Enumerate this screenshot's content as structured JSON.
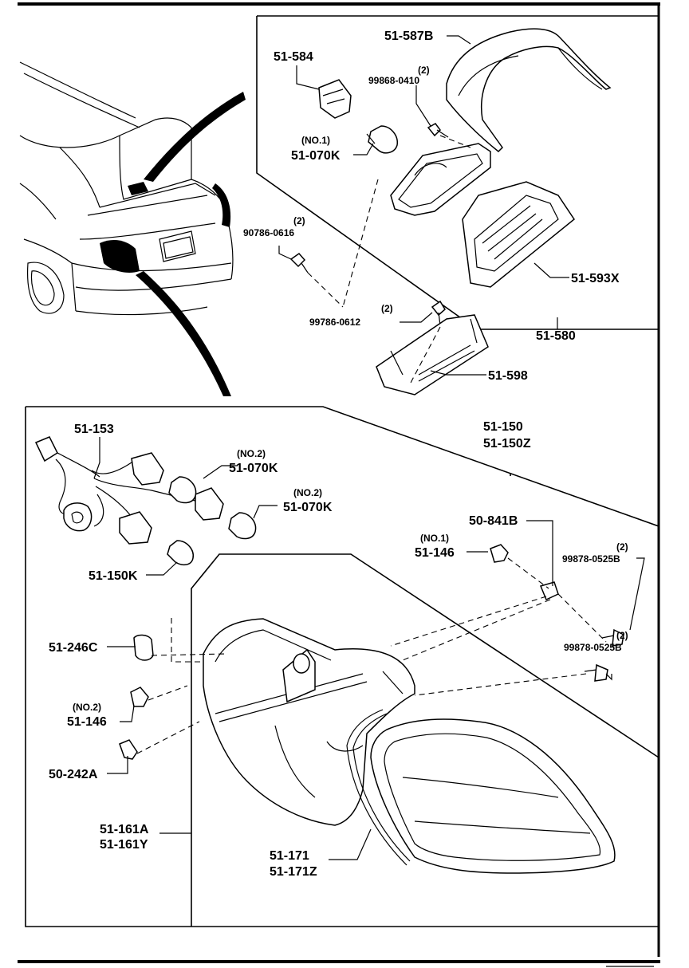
{
  "diagram": {
    "labels": {
      "p51_587B": "51-587B",
      "p51_584": "51-584",
      "q99868_0410": "(2)",
      "p99868_0410": "99868-0410",
      "n51_070K_top": "(NO.1)",
      "p51_070K_top": "51-070K",
      "q90786_0616": "(2)",
      "p90786_0616": "90786-0616",
      "p51_593X": "51-593X",
      "q99786_0612": "(2)",
      "p99786_0612": "99786-0612",
      "p51_580": "51-580",
      "p51_598": "51-598",
      "p51_153": "51-153",
      "p51_150": "51-150",
      "p51_150Z": "51-150Z",
      "n51_070K_a": "(NO.2)",
      "p51_070K_a": "51-070K",
      "n51_070K_b": "(NO.2)",
      "p51_070K_b": "51-070K",
      "p50_841B": "50-841B",
      "n51_146_a": "(NO.1)",
      "p51_146_a": "51-146",
      "q99878_a": "(2)",
      "p99878_a": "99878-0525B",
      "p51_150K": "51-150K",
      "q99878_b": "(2)",
      "p99878_b": "99878-0525B",
      "p51_246C": "51-246C",
      "n51_146_b": "(NO.2)",
      "p51_146_b": "51-146",
      "p50_242A": "50-242A",
      "p51_161A": "51-161A",
      "p51_161Y": "51-161Y",
      "p51_171": "51-171",
      "p51_171Z": "51-171Z"
    }
  }
}
